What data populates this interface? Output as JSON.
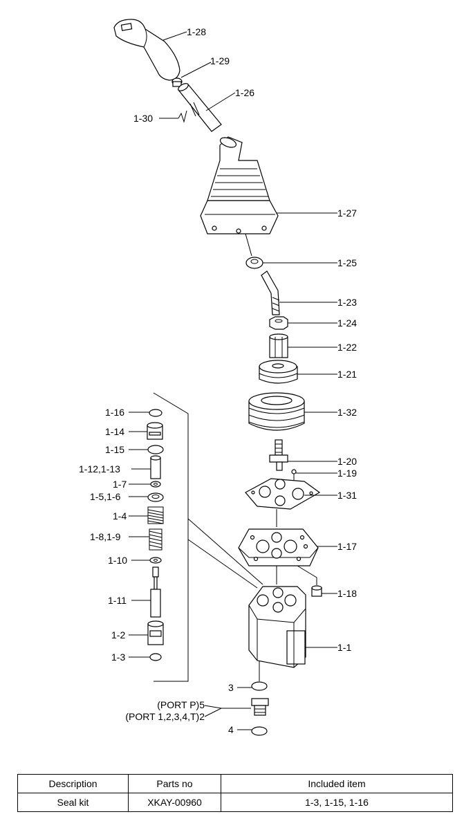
{
  "callouts": {
    "c1_28": "1-28",
    "c1_29": "1-29",
    "c1_26": "1-26",
    "c1_30": "1-30",
    "c1_27": "1-27",
    "c1_25": "1-25",
    "c1_23": "1-23",
    "c1_24": "1-24",
    "c1_22": "1-22",
    "c1_21": "1-21",
    "c1_32": "1-32",
    "c1_20": "1-20",
    "c1_19": "1-19",
    "c1_31": "1-31",
    "c1_17": "1-17",
    "c1_18": "1-18",
    "c1_1": "1-1",
    "c1_16": "1-16",
    "c1_14": "1-14",
    "c1_15": "1-15",
    "c1_12_13": "1-12,1-13",
    "c1_7": "1-7",
    "c1_5_6": "1-5,1-6",
    "c1_4": "1-4",
    "c1_8_9": "1-8,1-9",
    "c1_10": "1-10",
    "c1_11": "1-11",
    "c1_2": "1-2",
    "c1_3": "1-3",
    "c3": "3",
    "c_port_p": "(PORT P)5",
    "c_port_all": "(PORT 1,2,3,4,T)2",
    "c4": "4"
  },
  "table": {
    "headers": [
      "Description",
      "Parts no",
      "Included item"
    ],
    "rows": [
      [
        "Seal kit",
        "XKAY-00960",
        "1-3, 1-15, 1-16"
      ]
    ]
  }
}
